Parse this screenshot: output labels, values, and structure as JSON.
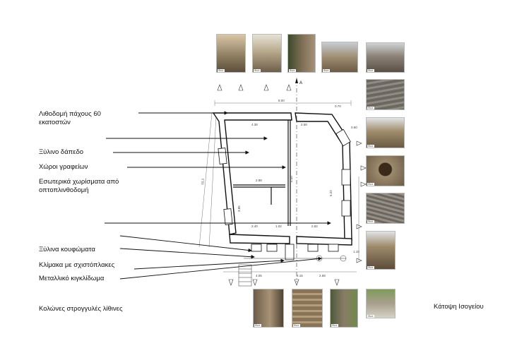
{
  "title": "Κάτοψη Ισογείου",
  "labels": {
    "stone_wall": "Λιθοδομή πάχους 60",
    "stone_wall_2": "εκατοστών",
    "wood_floor": "Ξύλινο δάπεδο",
    "offices": "Χώροι γραφείων",
    "partitions": "Εσωτερικά χωρίσματα από",
    "partitions_2": "οπτοπλινθοδομή",
    "wood_frames": "Ξύλινα κουφώματα",
    "stair": "Κλίμακα με σχιστόπλακες",
    "spiral": "Μεταλλικό κιγκλίδωμα",
    "columns": "Κολώνες στρογγυλές λίθινες"
  },
  "dimensions": {
    "top_total": "8.00",
    "top_left": "4.38",
    "top_right": "2.58",
    "left_height": "10.3",
    "room_height": "3.85",
    "mid": "2.88",
    "right_height": "5.22",
    "inner_h": "5.50",
    "b1": "2.40",
    "b2": "1.02",
    "b3": "2.82",
    "bottom_a": "4.05",
    "bottom_b": "2.15",
    "bottom_c": "2.58",
    "side_right": "1.10",
    "corner": "0.70",
    "width_right": "0.60",
    "section_mark": "A"
  },
  "photo_caption": "Φωτ."
}
